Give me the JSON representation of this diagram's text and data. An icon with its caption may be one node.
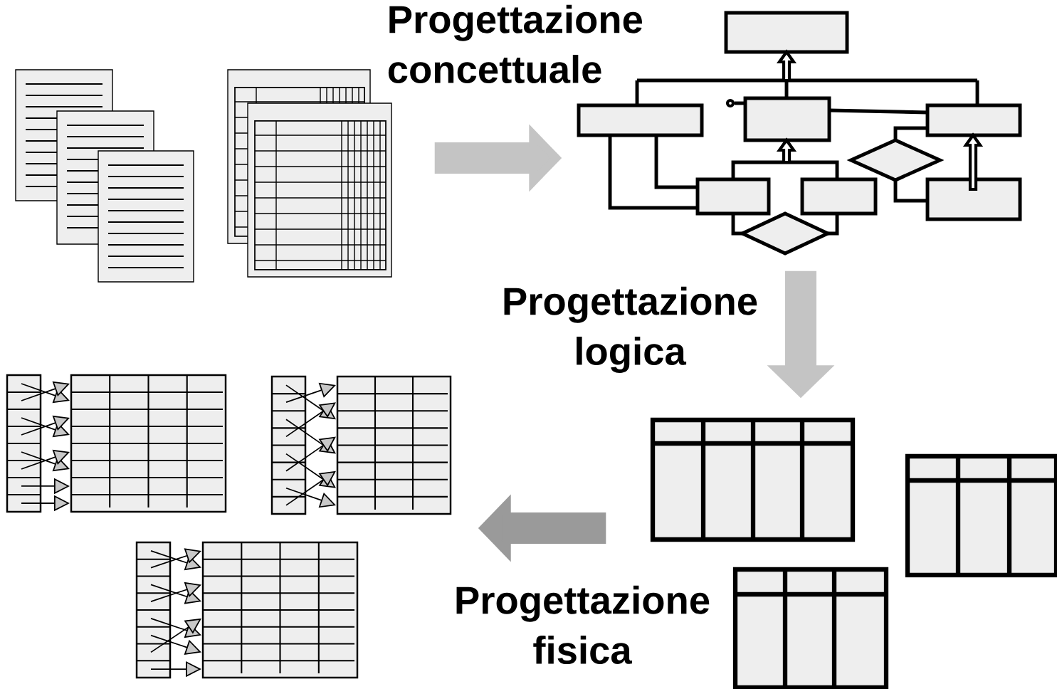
{
  "diagram": {
    "nodes": [
      {
        "text": [],
        "shape": "picture"
      },
      {
        "text": [],
        "shape": "picture"
      },
      {
        "text": [],
        "shape": "picture"
      },
      {
        "text": [],
        "shape": "picture"
      }
    ],
    "edges": [
      {
        "from": 0,
        "to": 1,
        "arrow": "to",
        "label": "Progettazione concettuale"
      },
      {
        "from": 1,
        "to": 2,
        "arrow": "to",
        "label": "Progettazione logica"
      },
      {
        "from": 2,
        "to": 3,
        "arrow": "to",
        "label": "Progettazione fisica",
        "color": "#9a9a9a"
      }
    ]
  }
}
